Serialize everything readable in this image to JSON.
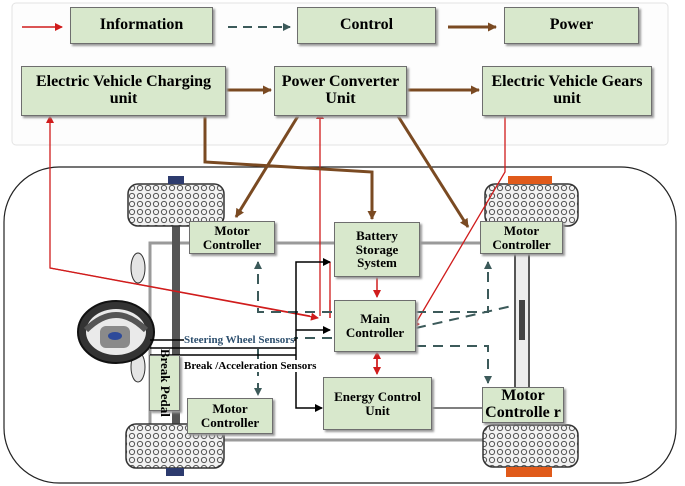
{
  "legend": {
    "information": "Information",
    "control": "Control",
    "power": "Power"
  },
  "top_units": {
    "charging": "Electric Vehicle Charging unit",
    "converter": "Power Converter Unit",
    "gears": "Electric Vehicle Gears unit"
  },
  "vehicle": {
    "motor_controller_fl": "Motor Controller",
    "motor_controller_fr": "Motor Controller",
    "motor_controller_rl": "Motor Controller",
    "motor_controller_rr": "Motor Controlle r",
    "battery": "Battery Storage System",
    "main_controller": "Main Controller",
    "energy_control": "Energy Control Unit",
    "break_pedal": "Break Pedal",
    "steering_sensors": "Steering Wheel Sensors",
    "break_sensors": "Break /Acceleration Sensors"
  },
  "colors": {
    "information": "#d01c1c",
    "control": "#3c5a5a",
    "power": "#7a4a22",
    "box_fill": "#d8e8cc",
    "rear_tire_accent": "#e05a1a"
  }
}
